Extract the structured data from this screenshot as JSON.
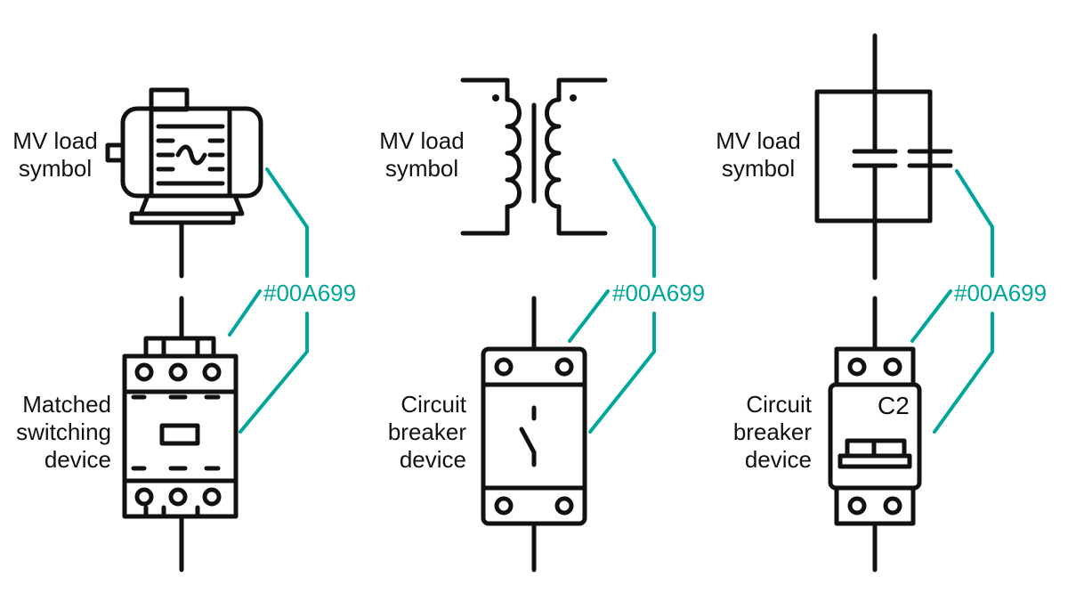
{
  "accent_color": "#00A699",
  "ink_color": "#111111",
  "groups": [
    {
      "top_label": "MV load\nsymbol",
      "top_icon": "motor-icon",
      "bottom_label": "Matched\nswitching\ndevice",
      "bottom_icon": "contactor-icon",
      "callout": "#00A699"
    },
    {
      "top_label": "MV load\nsymbol",
      "top_icon": "transformer-icon",
      "bottom_label": "Circuit\nbreaker\ndevice",
      "bottom_icon": "circuit-breaker-icon",
      "callout": "#00A699"
    },
    {
      "top_label": "MV load\nsymbol",
      "top_icon": "capacitor-bank-icon",
      "bottom_label": "Circuit\nbreaker\ndevice",
      "bottom_icon": "miniature-circuit-breaker-icon",
      "callout": "#00A699",
      "breaker_rating": "C2"
    }
  ]
}
